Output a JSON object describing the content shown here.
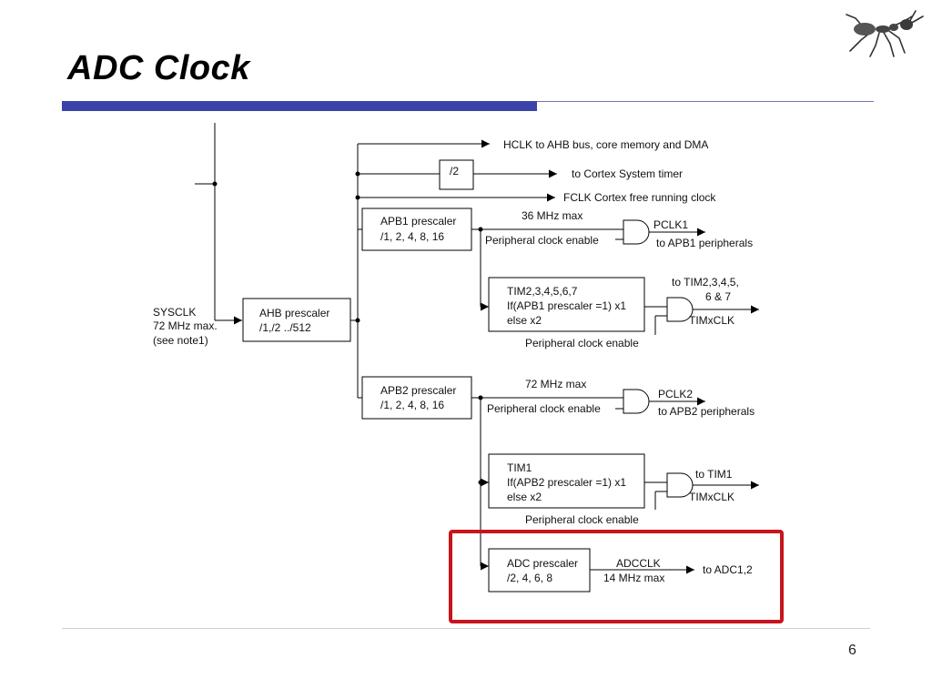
{
  "slide": {
    "title": "ADC Clock",
    "page_number": "6"
  },
  "logo": {
    "icon": "ant-icon"
  },
  "diagram": {
    "sysclk": [
      "SYSCLK",
      "72 MHz max.",
      "(see note1)"
    ],
    "ahb_prescaler": [
      "AHB prescaler",
      "/1,/2 ../512"
    ],
    "hclk": "HCLK to AHB bus, core memory and DMA",
    "div2": "/2",
    "cortex_timer": "to Cortex System timer",
    "fclk": "FCLK Cortex free running clock",
    "apb1_prescaler": [
      "APB1 prescaler",
      "/1, 2, 4, 8, 16"
    ],
    "apb1_max": "36 MHz max",
    "apb1_periph_enable": "Peripheral clock enable",
    "pclk1": "PCLK1",
    "apb1_peripherals": "to APB1 peripherals",
    "tim2_block": [
      "TIM2,3,4,5,6,7",
      "If(APB1 prescaler =1) x1",
      "else x2"
    ],
    "tim2_target": [
      "to TIM2,3,4,5,",
      "6 & 7"
    ],
    "timxclk_1": "TIMxCLK",
    "tim2_periph_enable": "Peripheral clock enable",
    "apb2_prescaler": [
      "APB2 prescaler",
      "/1, 2, 4, 8, 16"
    ],
    "apb2_max": "72 MHz max",
    "apb2_periph_enable": "Peripheral clock enable",
    "pclk2": "PCLK2",
    "apb2_peripherals": "to APB2 peripherals",
    "tim1_block": [
      "TIM1",
      "If(APB2 prescaler =1) x1",
      "else x2"
    ],
    "tim1_target": "to TIM1",
    "timxclk_2": "TIMxCLK",
    "tim1_periph_enable": "Peripheral clock enable",
    "adc_prescaler": [
      "ADC prescaler",
      "/2, 4, 6, 8"
    ],
    "adcclk": "ADCCLK",
    "adcclk_max": "14 MHz max",
    "adc_target": "to ADC1,2",
    "highlight_color": "#c8141c"
  }
}
